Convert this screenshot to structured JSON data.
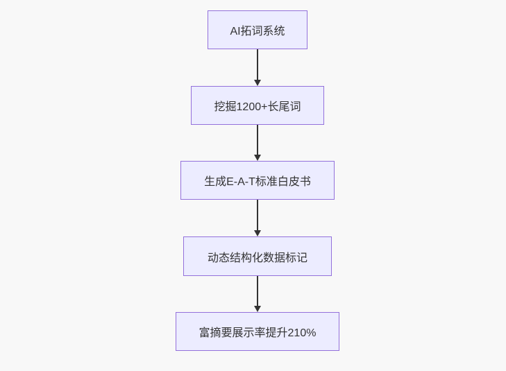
{
  "diagram": {
    "type": "flowchart",
    "direction": "top-down",
    "colors": {
      "background": "#f8f8f8",
      "node_fill": "#ececff",
      "node_border": "#9370db",
      "text": "#333333",
      "arrow": "#333333"
    },
    "nodes": [
      {
        "id": "node-1",
        "label": "AI拓词系统"
      },
      {
        "id": "node-2",
        "label": "挖掘1200+长尾词"
      },
      {
        "id": "node-3",
        "label": "生成E-A-T标准白皮书"
      },
      {
        "id": "node-4",
        "label": "动态结构化数据标记"
      },
      {
        "id": "node-5",
        "label": "富摘要展示率提升210%"
      }
    ],
    "edges": [
      {
        "from": "node-1",
        "to": "node-2"
      },
      {
        "from": "node-2",
        "to": "node-3"
      },
      {
        "from": "node-3",
        "to": "node-4"
      },
      {
        "from": "node-4",
        "to": "node-5"
      }
    ]
  }
}
